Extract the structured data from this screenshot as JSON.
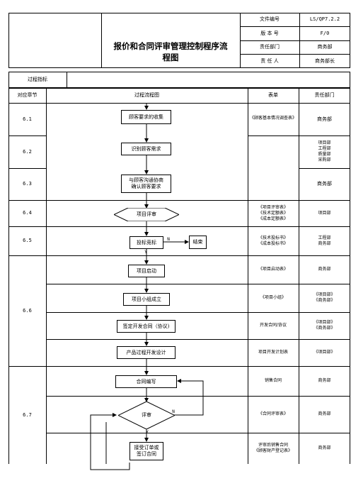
{
  "header": {
    "title": "报价和合同评审管理控制程序流程图",
    "rows": [
      {
        "label": "文件编号",
        "value": "LS/QP7.2.2"
      },
      {
        "label": "版 本 号",
        "value": "F/0"
      },
      {
        "label": "责任部门",
        "value": "商务部"
      },
      {
        "label": "责 任 人",
        "value": "商务部长"
      }
    ]
  },
  "process_indicator": {
    "label": "过程指标",
    "value": ""
  },
  "columns": {
    "chapter": "对应章节",
    "flow": "过程流程图",
    "form": "表单",
    "dept": "责任部门"
  },
  "rows": [
    {
      "chapter": "6.1",
      "form": "《顾客基本情况调查表》",
      "dept": "商务部"
    },
    {
      "chapter": "6.2",
      "form": "",
      "dept": "项目部\n工程部\n质量部\n采购部"
    },
    {
      "chapter": "6.3",
      "form": "",
      "dept": "商务部"
    },
    {
      "chapter": "6.4",
      "form": "《项目评审表》\n《技术定额表》\n《成本定额表》",
      "dept": "项目部"
    },
    {
      "chapter": "6.5",
      "form": "《技术投标书》\n《成本投标书》",
      "dept": "工程部\n商务部"
    },
    {
      "chapter": "6.6",
      "form": "《项目启动表》",
      "dept": "商务部"
    },
    {
      "chapter": "",
      "form": "《项目小组》",
      "dept": "《项目部》\n《商务部》"
    },
    {
      "chapter": "",
      "form": "开发合同/协议",
      "dept": "《项目部》\n《商务部》"
    },
    {
      "chapter": "",
      "form": "项目开发计划表",
      "dept": "《项目部》"
    },
    {
      "chapter": "6.7",
      "form": "销售合同",
      "dept": "商务部"
    },
    {
      "chapter": "",
      "form": "《合同评审表》",
      "dept": "商务部"
    },
    {
      "chapter": "",
      "form": "评审后销售合同\n《顾客财产登记表》",
      "dept": "商务部"
    }
  ],
  "flow": {
    "step1": "顾客要求的收集",
    "step2": "识别顾客需求",
    "step3": "与顾客沟通协商\n确认顾客要求",
    "decision1": "项目评审",
    "step5": "投标竞标",
    "end": "结束",
    "step6": "项目启动",
    "step7": "项目小组成立",
    "step8": "签定开发合同（协议)",
    "step9": "产品过程开发设计",
    "step10": "合同编写",
    "decision2": "评审",
    "step12": "接受订单或\n签订合同",
    "label_n1": "N",
    "label_y1": "Y",
    "label_n2": "N",
    "label_y2": "Y"
  }
}
